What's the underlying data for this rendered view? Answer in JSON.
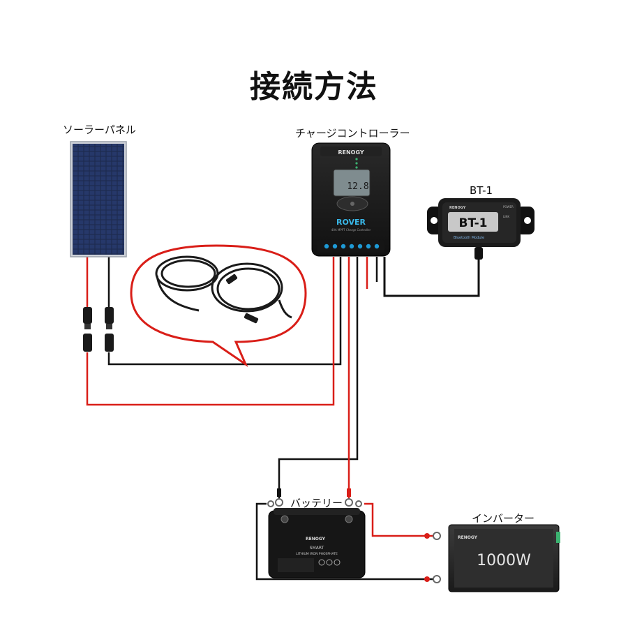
{
  "title": "接続方法",
  "labels": {
    "solar_panel": "ソーラーパネル",
    "charge_controller": "チャージコントローラー",
    "bt1": "BT-1",
    "battery": "バッテリー",
    "inverter": "インバーター"
  },
  "controller": {
    "brand": "RENOGY",
    "screen_value": "12.8",
    "model": "ROVER",
    "subtitle": "40A MPPT Charge Controller"
  },
  "bt1_module": {
    "brand": "RENOGY",
    "power_label": "POWER",
    "link_label": "LINK",
    "name": "BT-1",
    "caption": "Bluetooth Module"
  },
  "battery_unit": {
    "brand": "RENOGY",
    "line1": "SMART",
    "line2": "LITHIUM IRON PHOSPHATE"
  },
  "inverter_unit": {
    "brand": "RENOGY",
    "rating": "1000W"
  },
  "colors": {
    "positive_wire": "#d91e18",
    "negative_wire": "#111111",
    "panel_cells": "#1d2b4f",
    "device_body": "#1b1b1b"
  }
}
